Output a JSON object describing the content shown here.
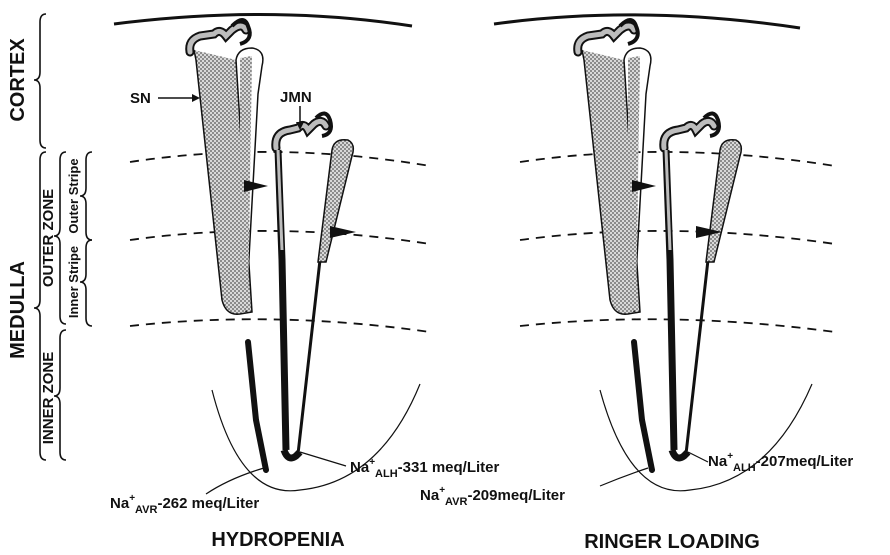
{
  "regions": {
    "cortex": "CORTEX",
    "medulla": "MEDULLA",
    "outer_zone": "OUTER ZONE",
    "inner_zone": "INNER ZONE",
    "outer_stripe": "Outer Stripe",
    "inner_stripe": "Inner Stripe"
  },
  "nephron_labels": {
    "superficial": "SN",
    "juxtamedullary": "JMN"
  },
  "panels": [
    {
      "title": "HYDROPENIA",
      "alh_label": {
        "prefix": "Na",
        "sup": "+",
        "sub": "ALH",
        "value": "-331 meq/Liter"
      },
      "avr_label": {
        "prefix": "Na",
        "sup": "+",
        "sub": "AVR",
        "value": "-262 meq/Liter"
      }
    },
    {
      "title": "RINGER LOADING",
      "alh_label": {
        "prefix": "Na",
        "sup": "+",
        "sub": "ALH",
        "value": "-207meq/Liter"
      },
      "avr_label": {
        "prefix": "Na",
        "sup": "+",
        "sub": "AVR",
        "value": "-209meq/Liter"
      }
    }
  ],
  "colors": {
    "ink": "#111111",
    "shade": "#9a9a9a"
  }
}
